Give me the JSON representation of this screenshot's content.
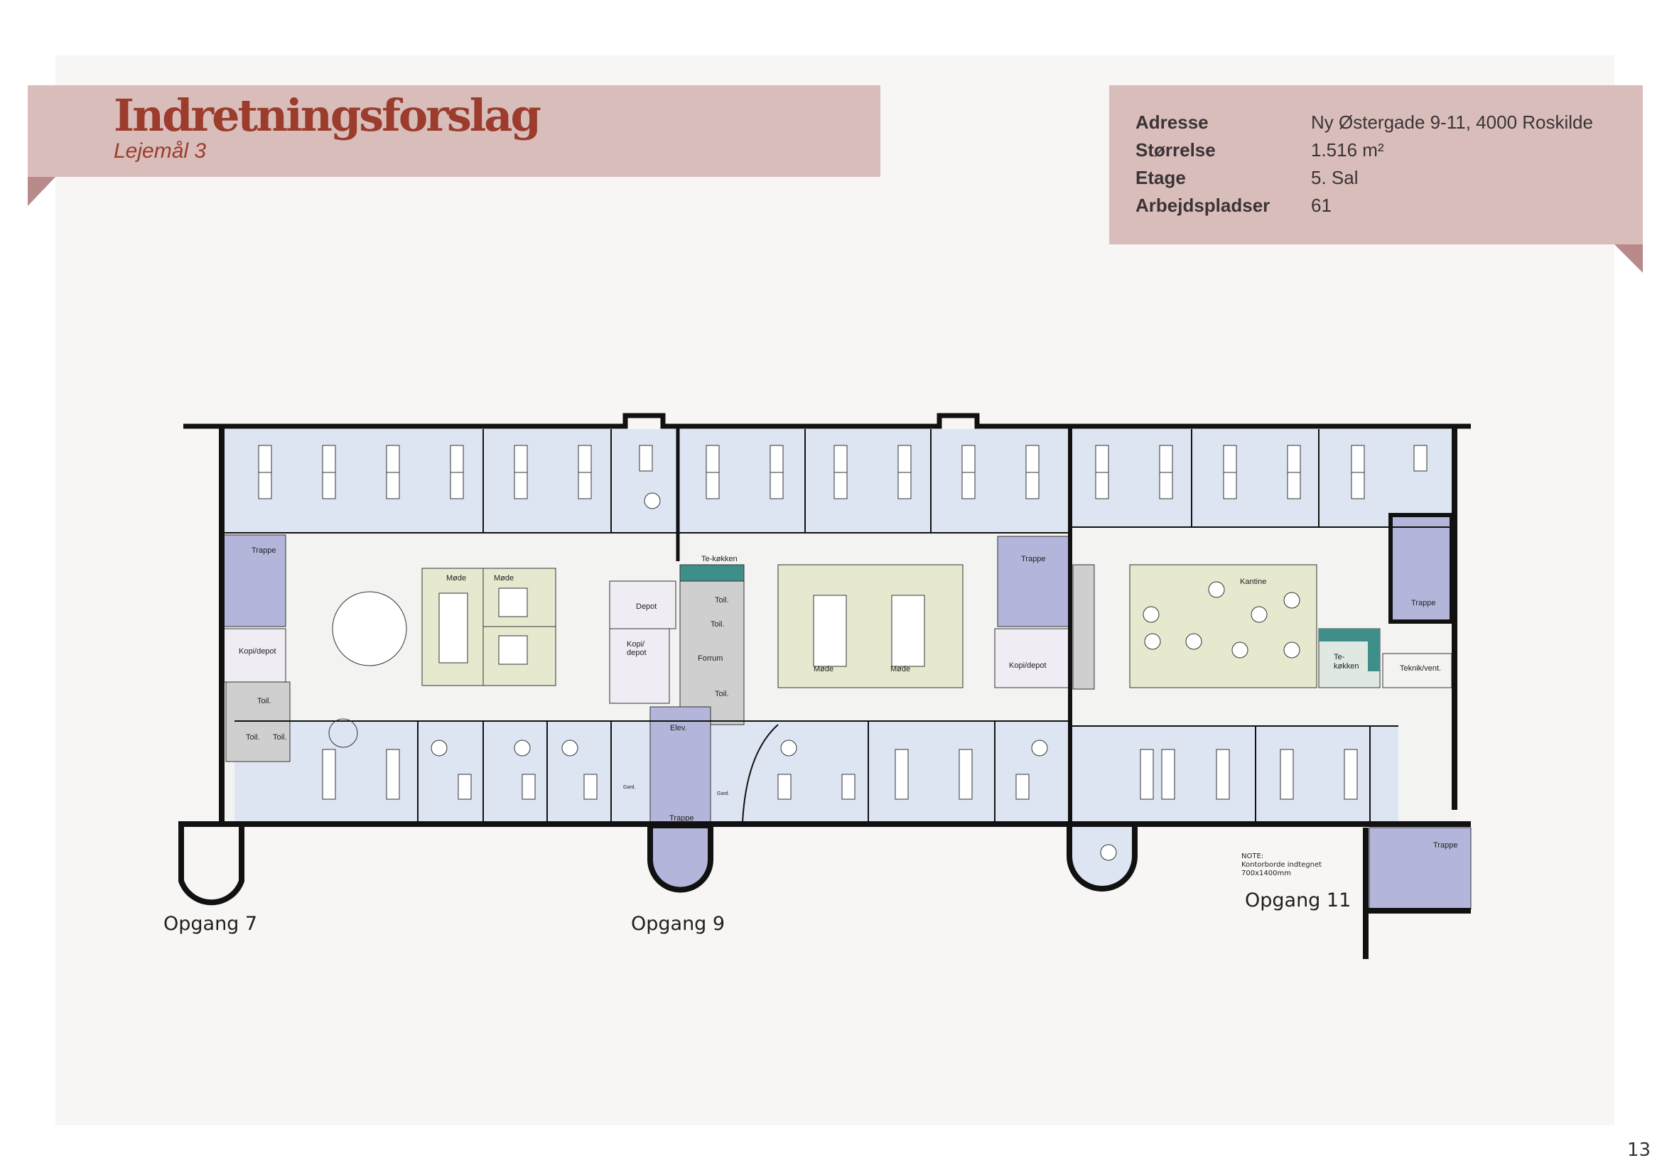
{
  "header": {
    "title": "Indretningsforslag",
    "subtitle": "Lejemål 3"
  },
  "info": [
    {
      "label": "Adresse",
      "value": "Ny Østergade 9-11, 4000 Roskilde"
    },
    {
      "label": "Størrelse",
      "value": "1.516 m²"
    },
    {
      "label": "Etage",
      "value": "5. Sal"
    },
    {
      "label": "Arbejdspladser",
      "value": "61"
    }
  ],
  "rooms": {
    "trappe": "Trappe",
    "kopi_depot": "Kopi/depot",
    "kopi": "Kopi/",
    "depot_short": "depot",
    "toilet": "Toil.",
    "moede": "Møde",
    "depot": "Depot",
    "tekokken": "Te-køkken",
    "te": "Te-",
    "kokken": "køkken",
    "forrum": "Forrum",
    "elev": "Elev.",
    "gard": "Gard.",
    "kantine": "Kantine",
    "teknik": "Teknik/vent."
  },
  "entrances": [
    "Opgang 7",
    "Opgang 9",
    "Opgang 11"
  ],
  "note": {
    "title": "NOTE:",
    "line1": "Kontorborde indtegnet",
    "line2": "700x1400mm"
  },
  "page_number": "13",
  "colors": {
    "band": "#d9bdbb",
    "title": "#9b3c2c",
    "office": "#dde5f3",
    "stair": "#b3b6da",
    "meeting": "#e7e9cf",
    "wc": "#cfcfcf",
    "teal": "#3e8f8a"
  }
}
